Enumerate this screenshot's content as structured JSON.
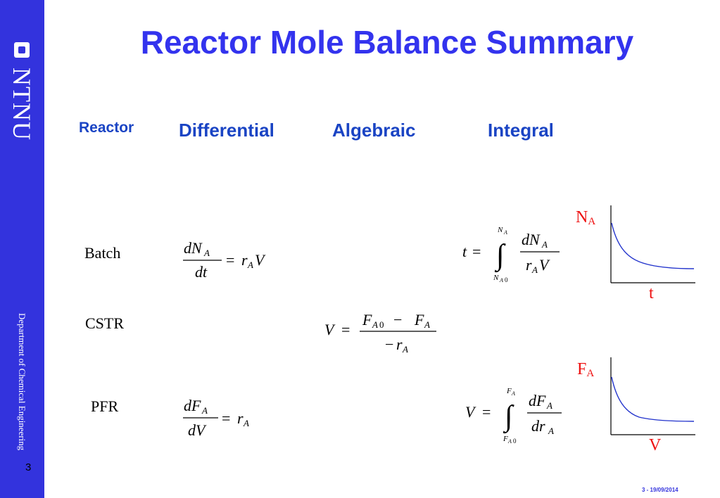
{
  "sidebar": {
    "logo_text": "NTNU",
    "department": "Department of Chemical Engineering",
    "page_number": "3"
  },
  "title": "Reactor Mole Balance Summary",
  "columns": {
    "reactor": "Reactor",
    "differential": "Differential",
    "algebraic": "Algebraic",
    "integral": "Integral"
  },
  "rows": [
    {
      "label": "Batch"
    },
    {
      "label": "CSTR"
    },
    {
      "label": "PFR"
    }
  ],
  "graphs": {
    "batch": {
      "ylabel_main": "N",
      "ylabel_sub": "A",
      "xlabel": "t"
    },
    "pfr": {
      "ylabel_main": "F",
      "ylabel_sub": "A",
      "xlabel": "V"
    },
    "curve_color": "#2233cc",
    "label_color": "#ee1111"
  },
  "footer": {
    "date": "3 - 19/09/2014"
  }
}
